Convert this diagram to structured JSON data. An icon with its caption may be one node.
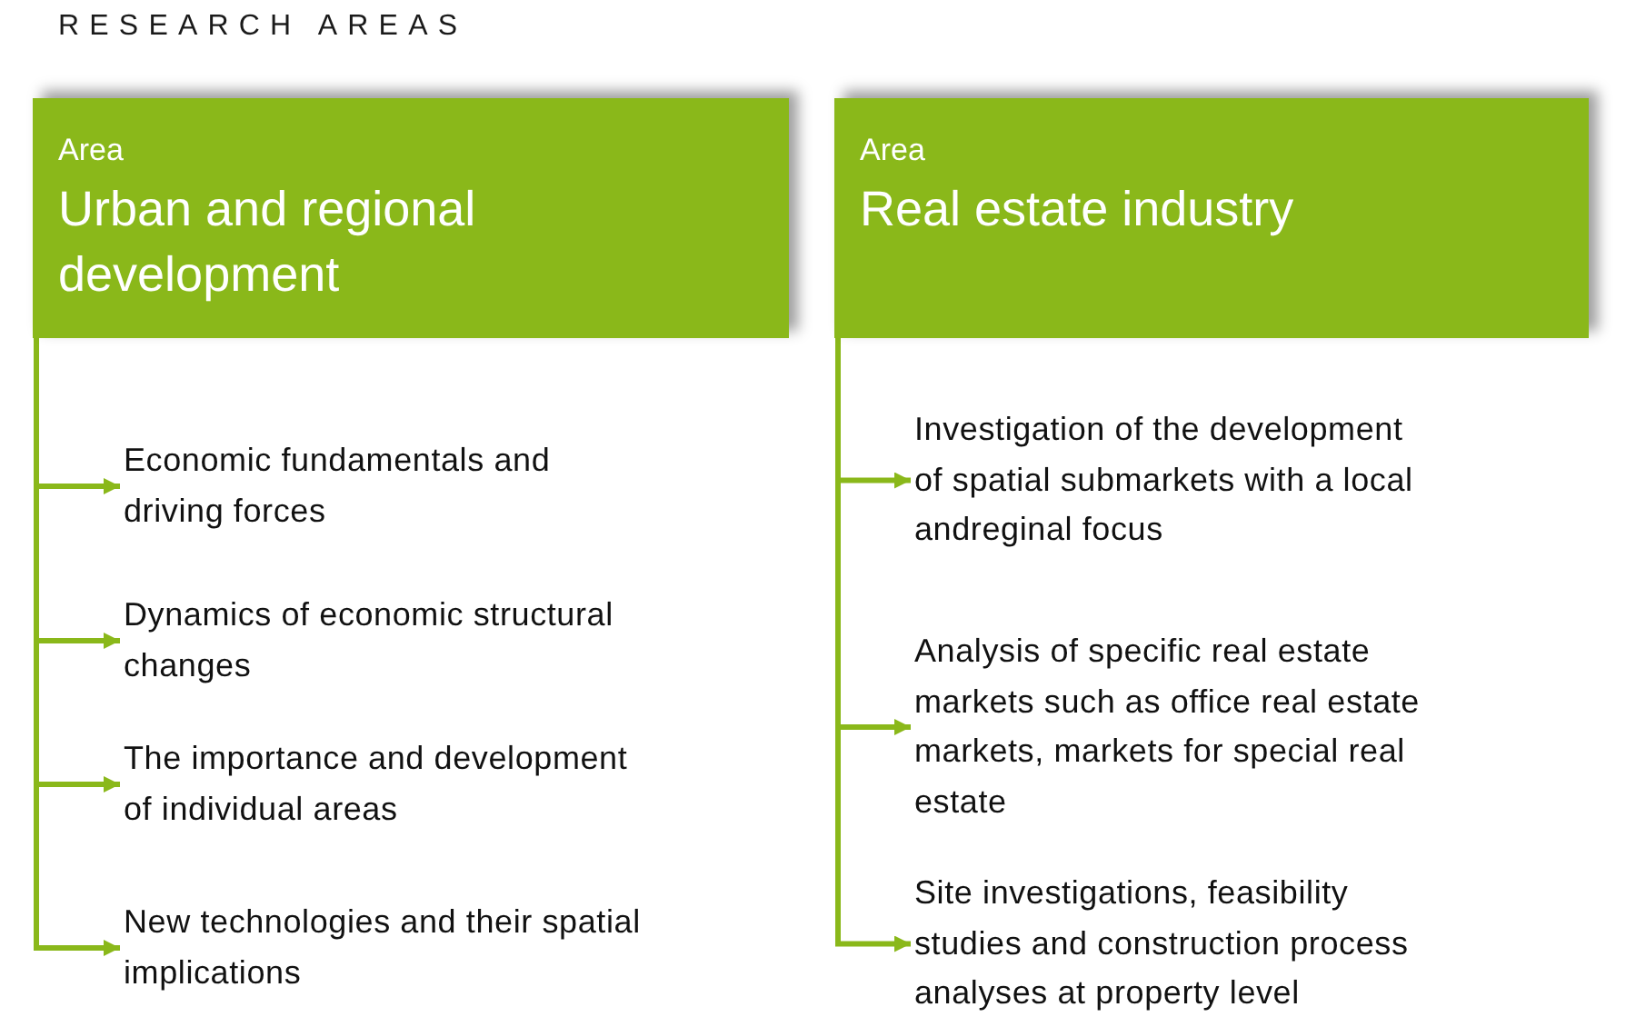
{
  "diagram": {
    "title": "RESEARCH AREAS",
    "nodes": [
      {
        "text": [
          "Area",
          "Urban and regional development"
        ]
      },
      {
        "text": [
          "Economic fundamentals and driving forces"
        ]
      },
      {
        "text": [
          "Dynamics of economic structural changes"
        ]
      },
      {
        "text": [
          "The importance and development of individual areas"
        ]
      },
      {
        "text": [
          "New technologies and their spatial implications"
        ]
      },
      {
        "text": [
          "Area",
          "Real estate industry"
        ]
      },
      {
        "text": [
          "Investigation of the development of spatial submarkets with a local andreginal focus"
        ]
      },
      {
        "text": [
          "Analysis of specific real estate markets such as office real estate markets, markets for special real estate"
        ]
      },
      {
        "text": [
          "Site investigations, feasibility studies and construction process analyses at property level"
        ]
      }
    ],
    "edges": [
      {
        "from": 0,
        "to": 1,
        "arrow": "to"
      },
      {
        "from": 0,
        "to": 2,
        "arrow": "to"
      },
      {
        "from": 0,
        "to": 3,
        "arrow": "to"
      },
      {
        "from": 0,
        "to": 4,
        "arrow": "to"
      },
      {
        "from": 5,
        "to": 6,
        "arrow": "to"
      },
      {
        "from": 5,
        "to": 7,
        "arrow": "to"
      },
      {
        "from": 5,
        "to": 8,
        "arrow": "to"
      }
    ]
  }
}
